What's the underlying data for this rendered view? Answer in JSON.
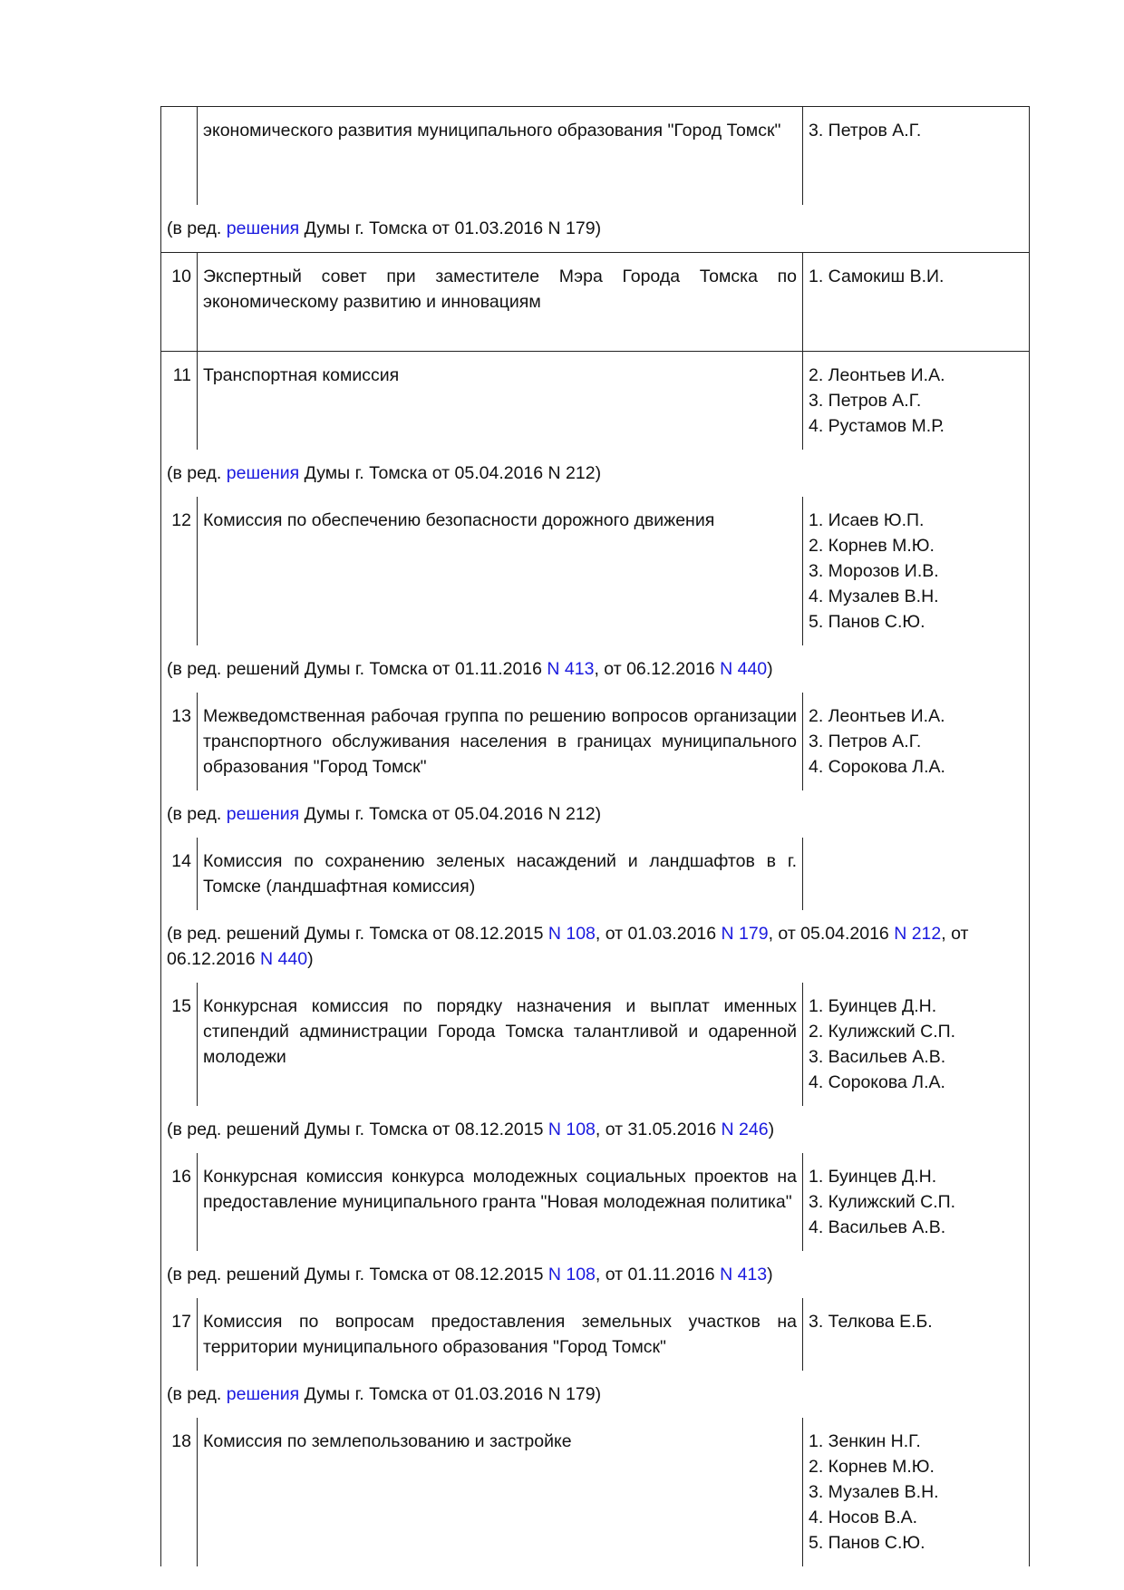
{
  "rows": [
    {
      "type": "row",
      "num": "",
      "name": "экономического развития муниципального образования \"Город Томск\"",
      "members": [
        "3. Петров А.Г."
      ],
      "pad": 2
    },
    {
      "type": "note",
      "segments": [
        {
          "t": "(в ред. "
        },
        {
          "t": "решения",
          "link": true
        },
        {
          "t": " Думы г. Томска от 01.03.2016 N 179)"
        }
      ]
    },
    {
      "type": "row",
      "num": "10",
      "name": "Экспертный совет при заместителе Мэра Города Томска по экономическому развитию и инновациям",
      "members": [
        "1. Самокиш В.И."
      ],
      "bt": true,
      "pad": 1
    },
    {
      "type": "row",
      "num": "11",
      "name": "Транспортная комиссия",
      "members": [
        "2. Леонтьев И.А.",
        "3. Петров А.Г.",
        "4. Рустамов М.Р."
      ],
      "bt": true,
      "pad": 0
    },
    {
      "type": "note",
      "segments": [
        {
          "t": "(в ред. "
        },
        {
          "t": "решения",
          "link": true
        },
        {
          "t": " Думы г. Томска от 05.04.2016 N 212)"
        }
      ]
    },
    {
      "type": "row",
      "num": "12",
      "name": "Комиссия по обеспечению безопасности дорожного движения",
      "members": [
        "1. Исаев Ю.П.",
        "2. Корнев М.Ю.",
        "3. Морозов И.В.",
        "4. Музалев В.Н.",
        "5. Панов С.Ю."
      ],
      "pad": 0
    },
    {
      "type": "note",
      "segments": [
        {
          "t": "(в ред. решений Думы г. Томска от 01.11.2016 "
        },
        {
          "t": "N 413",
          "link": true
        },
        {
          "t": ", от 06.12.2016 "
        },
        {
          "t": "N 440",
          "link": true
        },
        {
          "t": ")"
        }
      ]
    },
    {
      "type": "row",
      "num": "13",
      "name": "Межведомственная рабочая группа по решению вопросов организации транспортного обслуживания населения в границах муниципального образования \"Город Томск\"",
      "members": [
        "2. Леонтьев И.А.",
        "3. Петров А.Г.",
        "4. Сорокова Л.А."
      ],
      "pad": 0
    },
    {
      "type": "note",
      "segments": [
        {
          "t": "(в ред. "
        },
        {
          "t": "решения",
          "link": true
        },
        {
          "t": " Думы г. Томска от 05.04.2016 N 212)"
        }
      ]
    },
    {
      "type": "row",
      "num": "14",
      "name": "Комиссия по сохранению зеленых насаждений и ландшафтов в г. Томске (ландшафтная комиссия)",
      "members": [],
      "pad": 0
    },
    {
      "type": "note",
      "segments": [
        {
          "t": "(в ред. решений Думы г. Томска от 08.12.2015 "
        },
        {
          "t": "N 108",
          "link": true
        },
        {
          "t": ", от 01.03.2016 "
        },
        {
          "t": "N 179",
          "link": true
        },
        {
          "t": ", от 05.04.2016 "
        },
        {
          "t": "N 212",
          "link": true
        },
        {
          "t": ", от 06.12.2016 "
        },
        {
          "t": "N 440",
          "link": true
        },
        {
          "t": ")"
        }
      ]
    },
    {
      "type": "row",
      "num": "15",
      "name": "Конкурсная комиссия по порядку назначения и выплат именных стипендий администрации Города Томска талантливой и одаренной молодежи",
      "members": [
        "1. Буинцев Д.Н.",
        "2. Кулижский С.П.",
        "3. Васильев А.В.",
        "4. Сорокова Л.А."
      ],
      "pad": 0
    },
    {
      "type": "note",
      "segments": [
        {
          "t": "(в ред. решений Думы г. Томска от 08.12.2015 "
        },
        {
          "t": "N 108",
          "link": true
        },
        {
          "t": ", от 31.05.2016 "
        },
        {
          "t": "N 246",
          "link": true
        },
        {
          "t": ")"
        }
      ]
    },
    {
      "type": "row",
      "num": "16",
      "name": "Конкурсная комиссия конкурса молодежных социальных проектов на предоставление муниципального гранта \"Новая молодежная политика\"",
      "members": [
        "1. Буинцев Д.Н.",
        "3. Кулижский С.П.",
        "4. Васильев А.В."
      ],
      "pad": 0
    },
    {
      "type": "note",
      "segments": [
        {
          "t": "(в ред. решений Думы г. Томска от 08.12.2015 "
        },
        {
          "t": "N 108",
          "link": true
        },
        {
          "t": ", от 01.11.2016 "
        },
        {
          "t": "N 413",
          "link": true
        },
        {
          "t": ")"
        }
      ]
    },
    {
      "type": "row",
      "num": "17",
      "name": "Комиссия по вопросам предоставления земельных участков на территории муниципального образования \"Город Томск\"",
      "members": [
        "3. Телкова Е.Б."
      ],
      "pad": 0
    },
    {
      "type": "note",
      "segments": [
        {
          "t": "(в ред. "
        },
        {
          "t": "решения",
          "link": true
        },
        {
          "t": " Думы г. Томска от 01.03.2016 N 179)"
        }
      ]
    },
    {
      "type": "row",
      "num": "18",
      "name": "Комиссия по землепользованию и застройке",
      "members": [
        "1. Зенкин Н.Г.",
        "2. Корнев М.Ю.",
        "3. Музалев В.Н.",
        "4. Носов В.А.",
        "5. Панов С.Ю."
      ],
      "pad": 0
    }
  ]
}
